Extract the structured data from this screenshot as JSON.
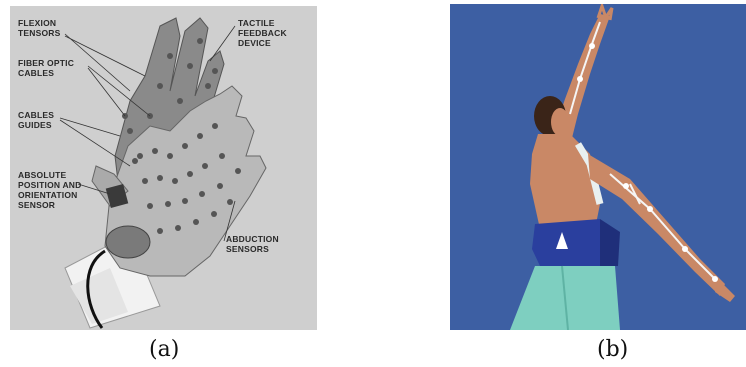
{
  "figure": {
    "panel_a": {
      "caption": "(a)",
      "labels": {
        "flexion": "FLEXION\nTENSORS",
        "fiber": "FIBER OPTIC\nCABLES",
        "guides": "CABLES\nGUIDES",
        "absolute": "ABSOLUTE\nPOSITION AND\nORIENTATION\nSENSOR",
        "tactile": "TACTILE\nFEEDBACK\nDEVICE",
        "abduction": "ABDUCTION\nSENSORS"
      },
      "background_color": "#cfcfcf"
    },
    "panel_b": {
      "caption": "(b)",
      "background_color": "#3d5fa3",
      "skin_color": "#c98866",
      "pants_color": "#7ecfc0",
      "belt_color": "#2a3f9e"
    }
  }
}
